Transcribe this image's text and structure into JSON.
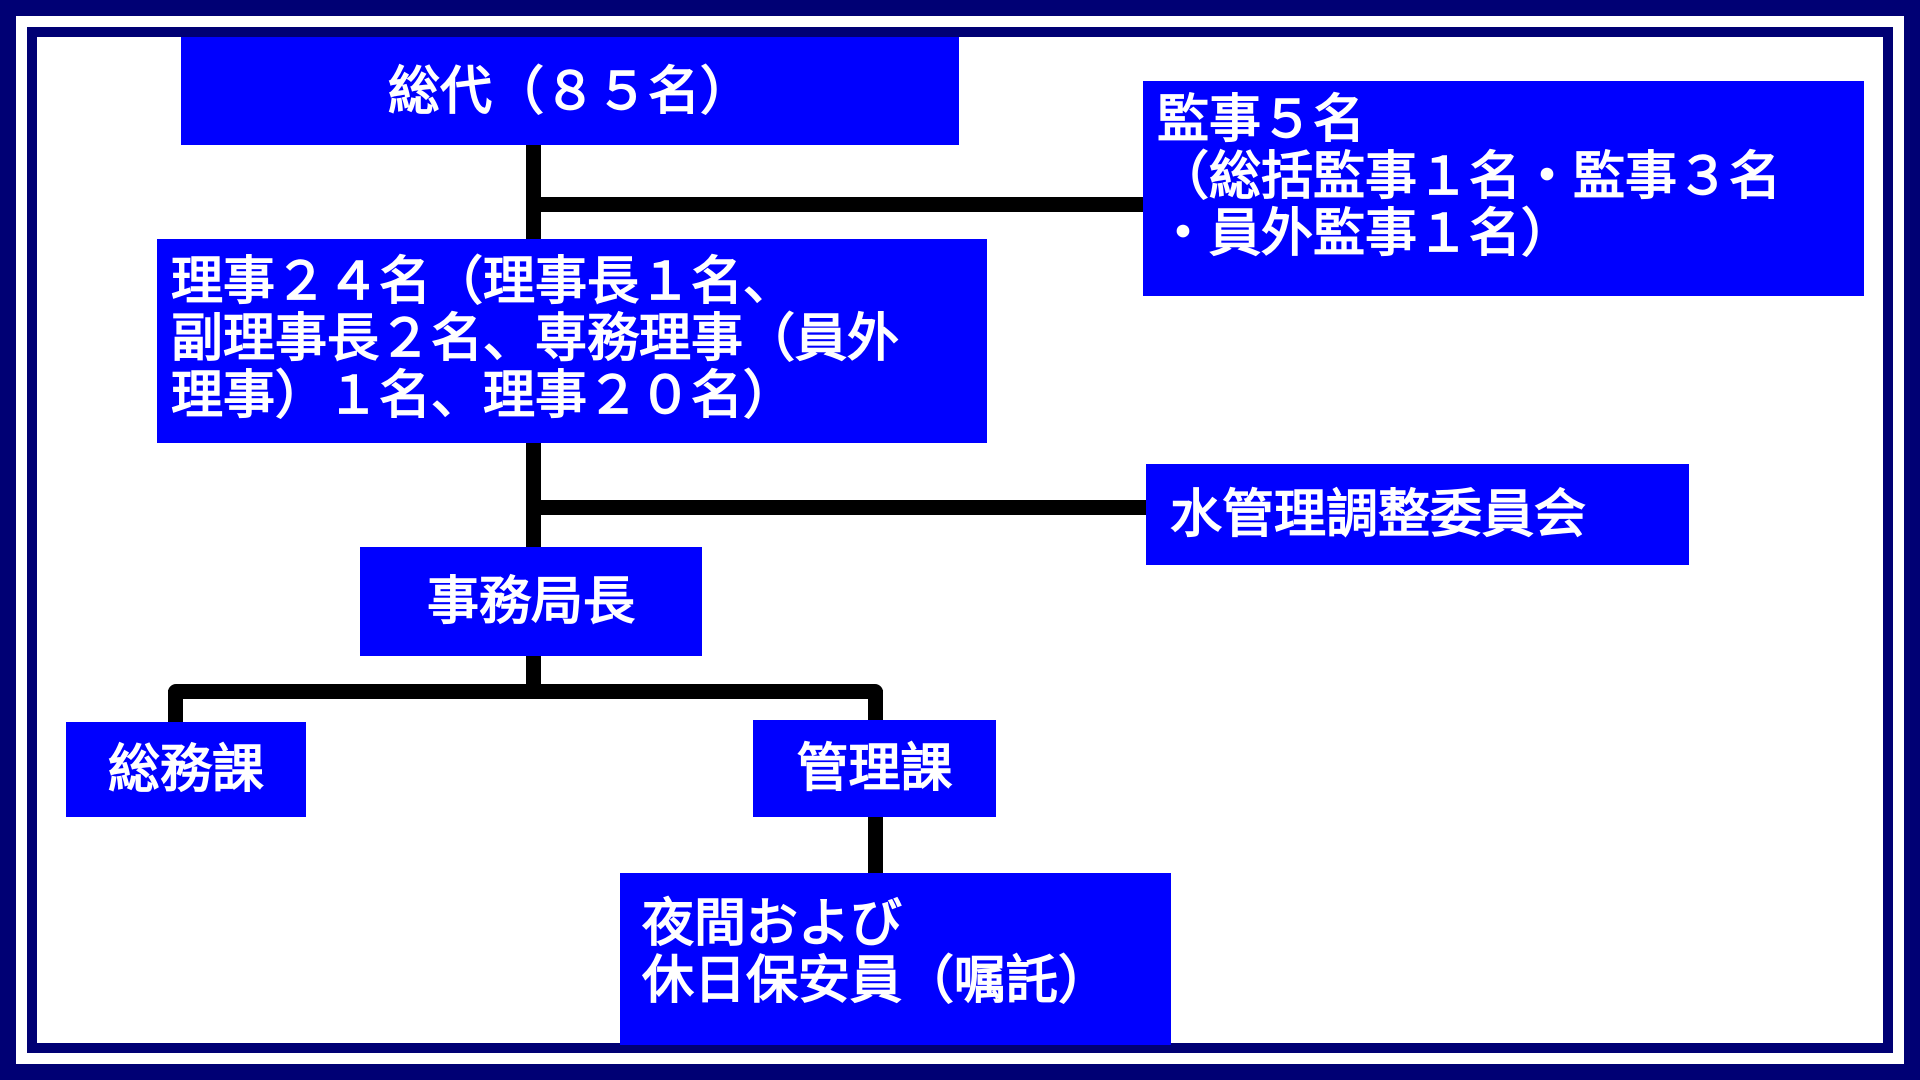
{
  "boxes": {
    "general_assembly": "総代（８５名）",
    "auditors": [
      "監事５名",
      "（総括監事１名・監事３名",
      "・員外監事１名）"
    ],
    "directors": [
      "理事２４名（理事長１名、",
      "副理事長２名、専務理事（員外",
      "理事）１名、理事２０名）"
    ],
    "water_committee": "水管理調整委員会",
    "secretary_general": "事務局長",
    "general_affairs": "総務課",
    "management": "管理課",
    "security": [
      "夜間および",
      "休日保安員（嘱託）"
    ]
  },
  "colors": {
    "box": "#0000ff",
    "border": "#000074",
    "line": "#000000"
  }
}
